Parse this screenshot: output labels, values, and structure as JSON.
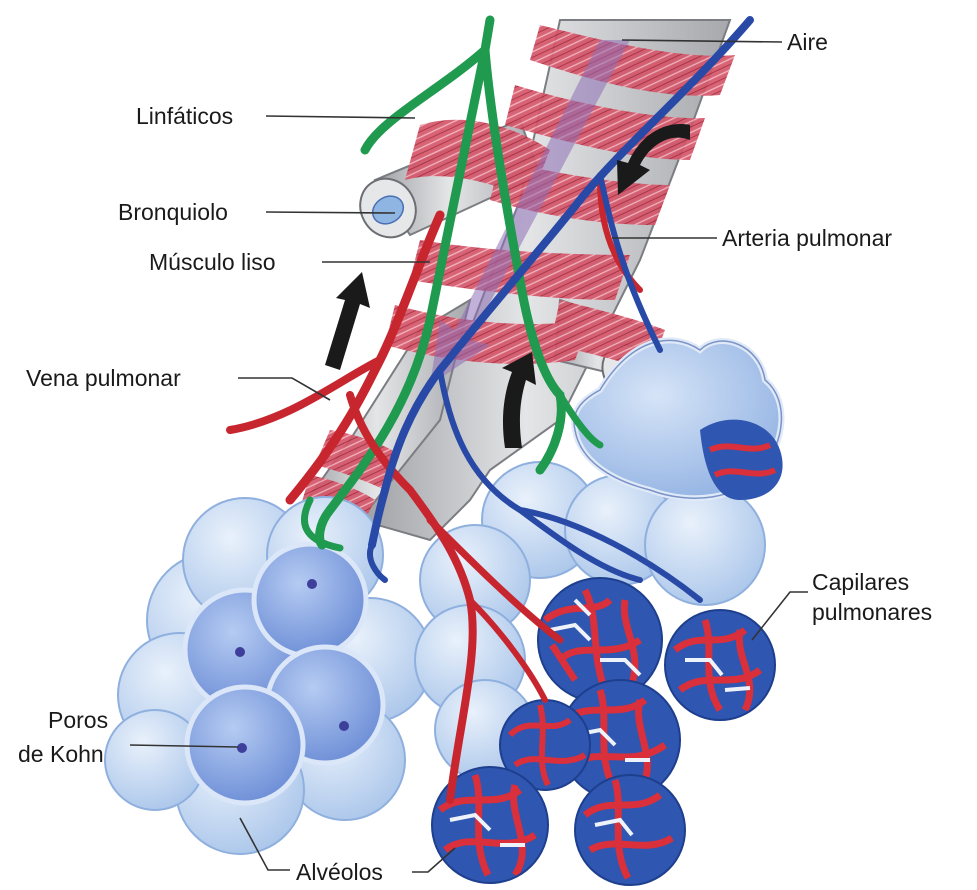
{
  "labels": {
    "aire": "Aire",
    "linfaticos": "Linfáticos",
    "bronquiolo": "Bronquiolo",
    "musculo_liso": "Músculo liso",
    "arteria_pulmonar": "Arteria pulmonar",
    "vena_pulmonar": "Vena pulmonar",
    "capilares_1": "Capilares",
    "capilares_2": "pulmonares",
    "poros_1": "Poros",
    "poros_2": "de Kohn",
    "alveolos": "Alvéolos"
  },
  "colors": {
    "airway_gray": "#c9cacd",
    "smooth_muscle": "#d4566a",
    "lymphatic_green": "#1f9a4e",
    "artery_blue": "#2849a6",
    "vein_red": "#c8262e",
    "alveolus_blue": "#bcd3ef",
    "alveolus_deep": "#7d9fde",
    "flow_arrow_purple": "#8e6fb7",
    "label_text": "#1a1a1a"
  }
}
